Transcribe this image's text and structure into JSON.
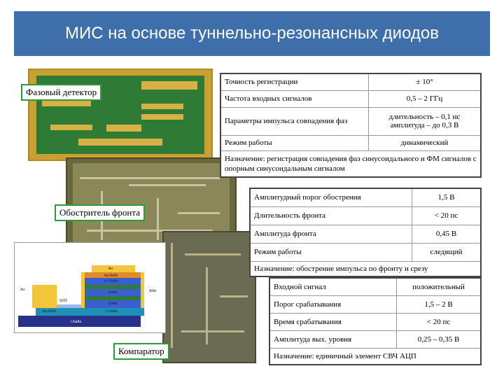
{
  "slide": {
    "title": "МИС на основе туннельно-резонансных диодов"
  },
  "phase_detector": {
    "label": "Фазовый детектор",
    "rows": [
      {
        "param": "Точность регистрации",
        "value": "± 10°"
      },
      {
        "param": "Частота входных сигналов",
        "value": "0,5 – 2 ГГц"
      },
      {
        "param": "Параметры импульса совпадения фаз",
        "value": "длительность – 0,1 нс амплитуда – до 0,3 В"
      },
      {
        "param": "Режим работы",
        "value": "динамический"
      }
    ],
    "purpose": "Назначение: регистрация совпадения фаз синусоидального и ФМ сигналов с опорным синусоидальным сигналом"
  },
  "edge_sharpener": {
    "label": "Обостритель фронта",
    "rows": [
      {
        "param": "Амплитудный порог обострения",
        "value": "1,5 В"
      },
      {
        "param": "Длительность фронта",
        "value": "< 20 пс"
      },
      {
        "param": "Амплитуда фронта",
        "value": "0,45 В"
      },
      {
        "param": "Режим работы",
        "value": "следящий"
      }
    ],
    "purpose": "Назначение: обострение импульса по фронту и срезу"
  },
  "comparator": {
    "label": "Компаратор",
    "rows": [
      {
        "param": "Входной сигнал",
        "value": "положительный"
      },
      {
        "param": "Порог срабатывания",
        "value": "1,5 – 2 В"
      },
      {
        "param": "Время срабатывания",
        "value": "< 20 пс"
      },
      {
        "param": "Амплитуда вых. уровня",
        "value": "0,25 – 0,35 В"
      }
    ],
    "purpose": "Назначение: единичный элемент СВЧ АЦП"
  },
  "schematic_labels": {
    "top": "Au",
    "l1": "Au:GeNi",
    "l2": "n+ GaAs",
    "l3": "GaAs",
    "l4": "AlAs",
    "l5": "GaAs",
    "l6": "n GaAs",
    "left": "Au",
    "sio": "SiO2",
    "bottom_left": "Au:GeNi",
    "substrate": "i-GaAs",
    "alas_tag": "AlAs"
  },
  "colors": {
    "title_band": "#3f6fab",
    "label_border": "#2e9a3e"
  }
}
